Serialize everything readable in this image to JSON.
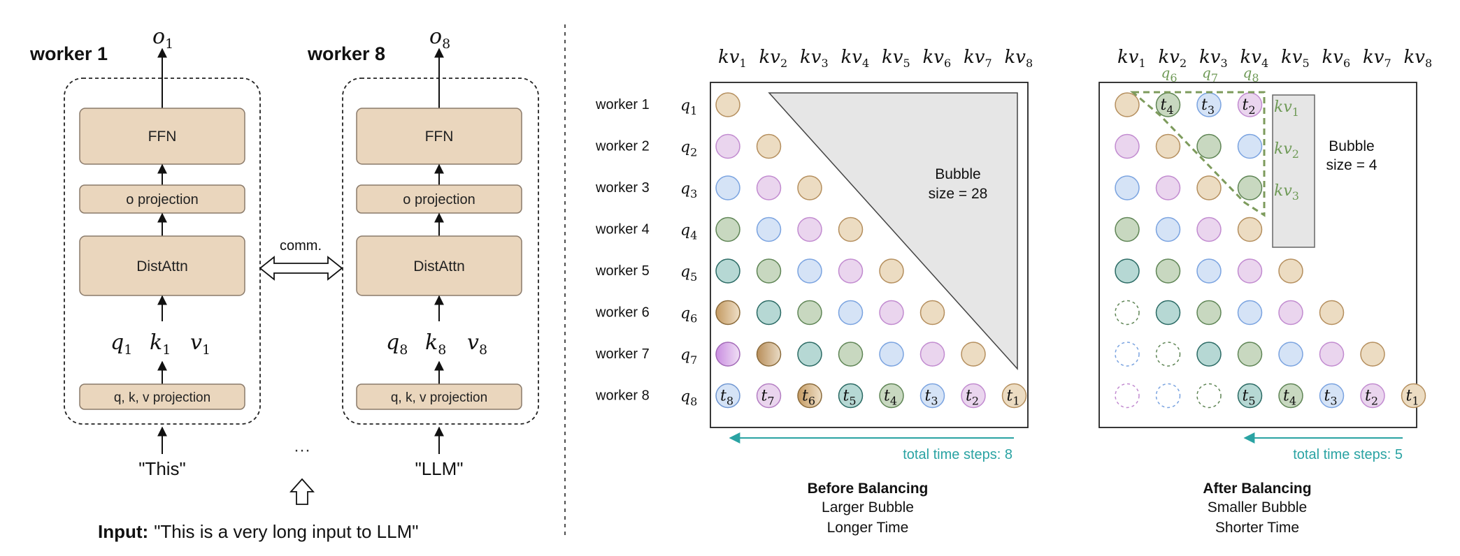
{
  "colors": {
    "box_fill": "#ead6bd",
    "box_stroke": "#8a7a6a",
    "teal": "#2aa3a3",
    "green_dash": "#7d9b5c",
    "kv_label_green": "#6f9a57",
    "bubble_fill": "#e6e6e6",
    "tan": "#ecdcc2",
    "purple": "#ead5ee",
    "blue": "#d5e3f6",
    "green": "#c8d8c0",
    "teal_dot": "#b6d8d4"
  },
  "left": {
    "worker1_label": "worker 1",
    "worker8_label": "worker 8",
    "w1": {
      "out": "o",
      "out_sub": "1",
      "ffn": "FFN",
      "oproj": "o projection",
      "dist": "DistAttn",
      "q": "q",
      "q_sub": "1",
      "k": "k",
      "k_sub": "1",
      "v": "v",
      "v_sub": "1",
      "qkv": "q, k, v projection",
      "input": "\"This\""
    },
    "w8": {
      "out": "o",
      "out_sub": "8",
      "ffn": "FFN",
      "oproj": "o projection",
      "dist": "DistAttn",
      "q": "q",
      "q_sub": "8",
      "k": "k",
      "k_sub": "8",
      "v": "v",
      "v_sub": "8",
      "qkv": "q, k, v projection",
      "input": "\"LLM\""
    },
    "comm": "comm.",
    "dots": "···",
    "input_bold": "Input:",
    "input_text": "\"This is a very long input to LLM\""
  },
  "before": {
    "kv_prefix": "kv",
    "kv_subs": [
      "1",
      "2",
      "3",
      "4",
      "5",
      "6",
      "7",
      "8"
    ],
    "worker_labels": [
      "worker 1",
      "worker 2",
      "worker 3",
      "worker 4",
      "worker 5",
      "worker 6",
      "worker 7",
      "worker 8"
    ],
    "q_prefix": "q",
    "q_subs": [
      "1",
      "2",
      "3",
      "4",
      "5",
      "6",
      "7",
      "8"
    ],
    "t_prefix": "t",
    "t_subs": [
      "8",
      "7",
      "6",
      "5",
      "4",
      "3",
      "2",
      "1"
    ],
    "bubble_line1": "Bubble",
    "bubble_line2": "size = 28",
    "time_steps": "total time steps: 8",
    "caption_title": "Before Balancing",
    "caption_line1": "Larger Bubble",
    "caption_line2": "Longer Time"
  },
  "after": {
    "kv_prefix": "kv",
    "kv_subs": [
      "1",
      "2",
      "3",
      "4",
      "5",
      "6",
      "7",
      "8"
    ],
    "q_moved": [
      {
        "prefix": "q",
        "sub": "6"
      },
      {
        "prefix": "q",
        "sub": "7"
      },
      {
        "prefix": "q",
        "sub": "8"
      }
    ],
    "kv_moved": [
      {
        "prefix": "kv",
        "sub": "1"
      },
      {
        "prefix": "kv",
        "sub": "2"
      },
      {
        "prefix": "kv",
        "sub": "3"
      }
    ],
    "row0_t": [
      "4",
      "3",
      "2"
    ],
    "row7_t": [
      "5",
      "4",
      "3",
      "2",
      "1"
    ],
    "t_prefix": "t",
    "bubble_line1": "Bubble",
    "bubble_line2": "size = 4",
    "time_steps": "total time steps: 5",
    "caption_title": "After Balancing",
    "caption_line1": "Smaller Bubble",
    "caption_line2": "Shorter Time"
  }
}
